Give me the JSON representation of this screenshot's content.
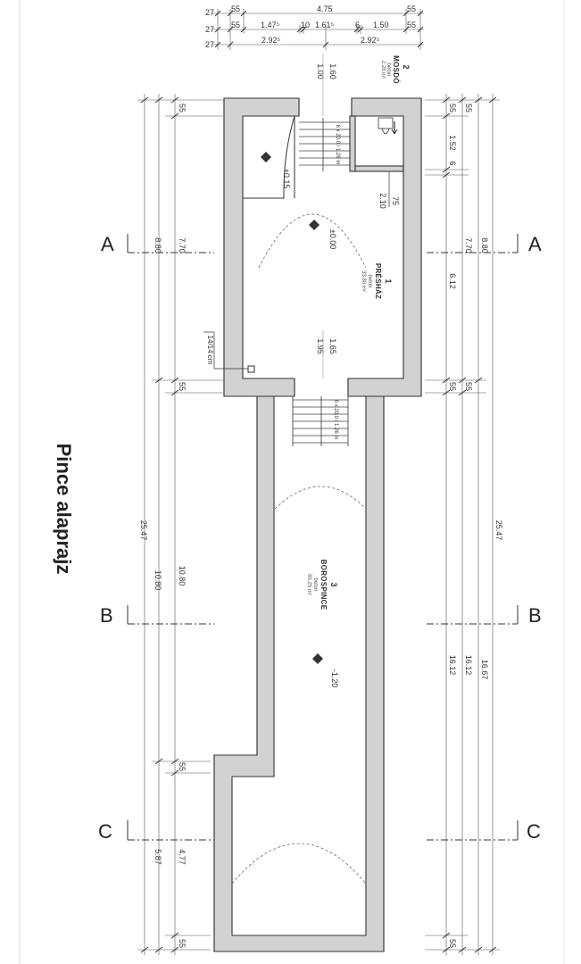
{
  "title": "Pince alaprajz",
  "section_labels": {
    "a": "A",
    "b": "B",
    "c": "C"
  },
  "top_dims": {
    "row1": [
      "27",
      "55",
      "4.75",
      "55"
    ],
    "row2": [
      "27",
      "55",
      "1.47⁵",
      "10",
      "1.61⁵",
      "6",
      "1.50",
      "55"
    ],
    "row3": [
      "27",
      "2.92⁵",
      "2.92⁵"
    ]
  },
  "left_dims": {
    "outer": "25.47",
    "middle": [
      "8.80",
      "10.80",
      "5.87"
    ],
    "inner": [
      "55",
      "7.70",
      "55",
      "10.80",
      "55",
      "4.77",
      "55"
    ]
  },
  "right_dims": {
    "outer": "25.47",
    "middle": [
      "8.80",
      "16.67"
    ],
    "inner": [
      "55",
      "1.52",
      "6",
      "6.12",
      "55",
      "16.12",
      "55"
    ],
    "inner2": [
      "55",
      "7.70",
      "55",
      "16.12"
    ]
  },
  "rooms": [
    {
      "num": "1",
      "name": "PRÉSHÁZ",
      "sub1": "beton",
      "sub2": "33.80 m²",
      "level": "±0.00"
    },
    {
      "num": "2",
      "name": "MOSDÓ",
      "sub1": "beton",
      "sub2": "2.28 m²"
    },
    {
      "num": "3",
      "name": "BOROSPINCE",
      "sub1": "beton",
      "sub2": "85.25 m²",
      "level": "-1.20"
    }
  ],
  "landing_level": "+0.15",
  "door_dims": {
    "top_w": "1.60",
    "top_h": "1.00",
    "wc_w": "75",
    "wc_h": "2.10",
    "mid_w": "1.65",
    "mid_h": "1.95"
  },
  "stairs": {
    "upper": "6 x 20.0 / 1.26 m",
    "lower": "6 x 20.0 / 1.26 m"
  },
  "vent": "14/14 cm"
}
